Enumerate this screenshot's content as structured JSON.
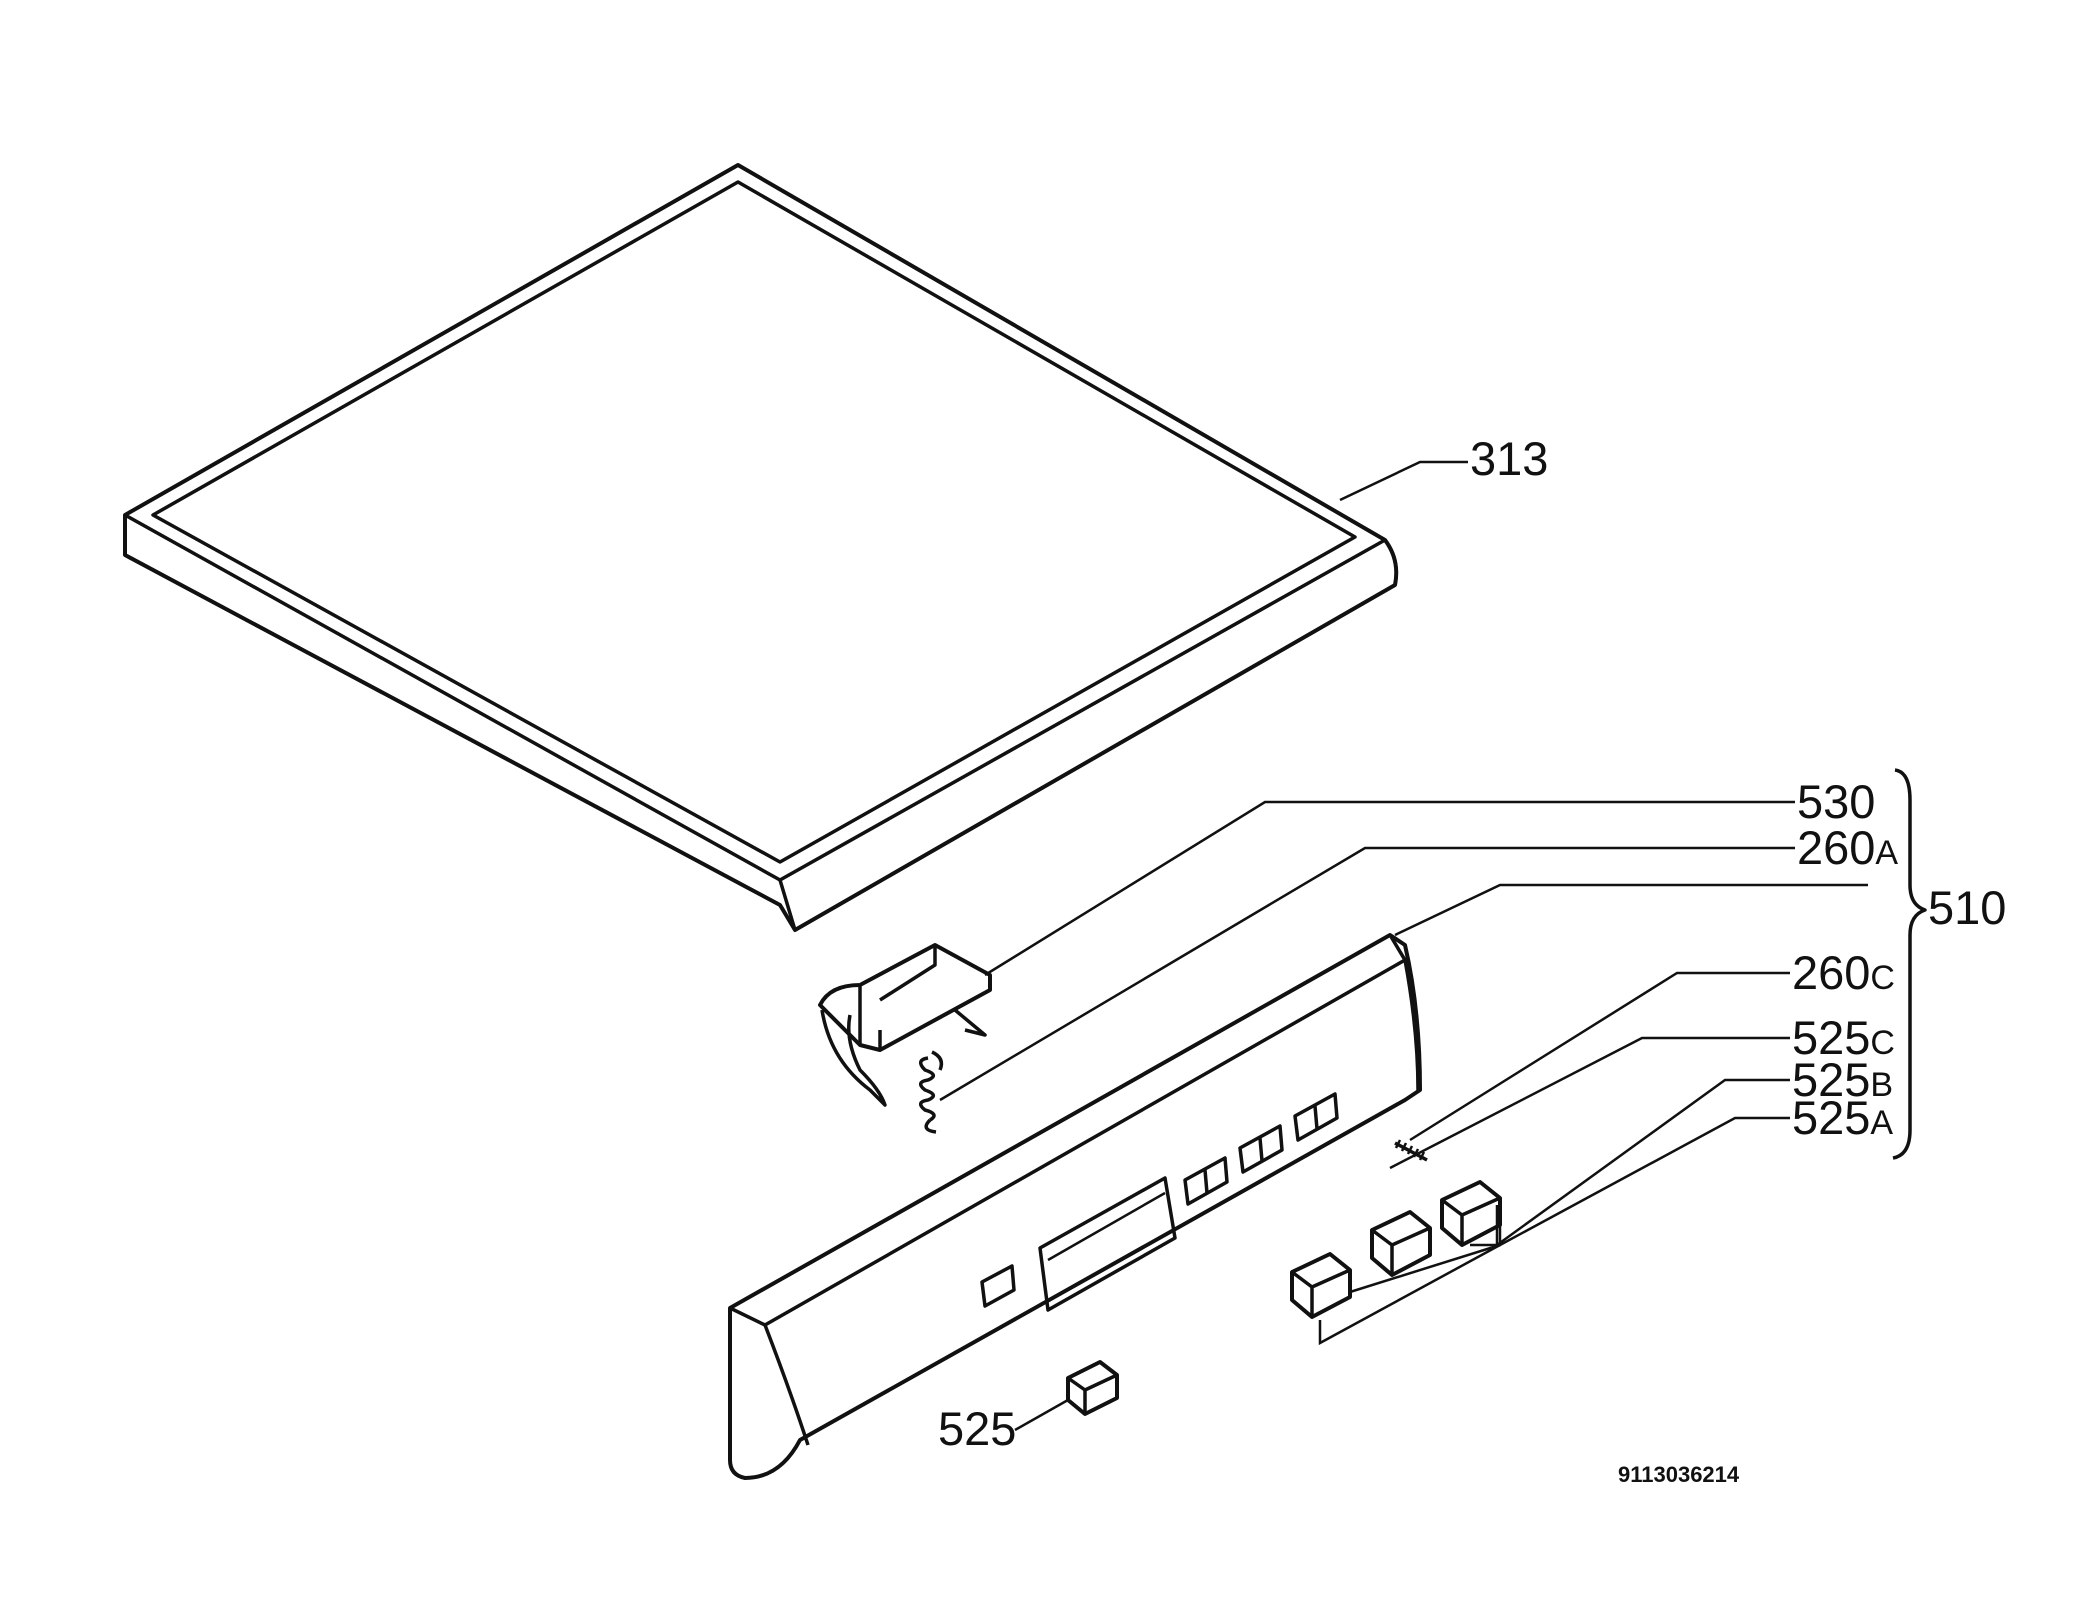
{
  "callouts": {
    "c313": "313",
    "c530": "530",
    "c260a": "260",
    "c260a_suffix": "A",
    "c510": "510",
    "c260c": "260",
    "c260c_suffix": "C",
    "c525c": "525",
    "c525c_suffix": "C",
    "c525b": "525",
    "c525b_suffix": "B",
    "c525a": "525",
    "c525a_suffix": "A",
    "c525": "525"
  },
  "document_number": "9113036214"
}
